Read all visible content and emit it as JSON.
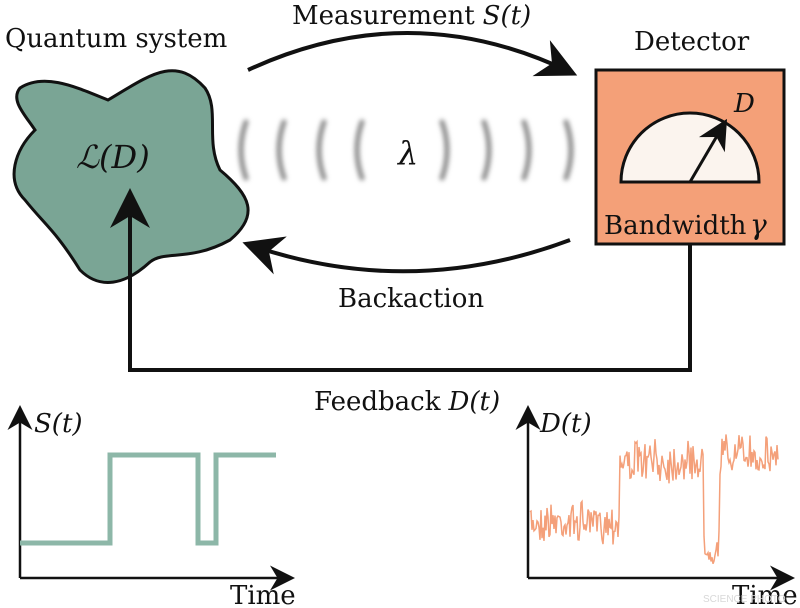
{
  "colors": {
    "quantum_fill": "#7aa595",
    "detector_fill": "#f4a078",
    "dial_fill": "#fbf4ee",
    "signal_s": "#8db7a8",
    "signal_d": "#f4a07a",
    "stroke": "#111111"
  },
  "labels": {
    "quantum_system": "Quantum system",
    "lindblad": "ℒ(D)",
    "measurement": "Measurement",
    "measurement_math": "S(t)",
    "lambda": "λ",
    "detector": "Detector",
    "dial_label": "D",
    "bandwidth": "Bandwidth",
    "gamma": "γ",
    "backaction": "Backaction",
    "feedback": "Feedback",
    "feedback_math": "D(t)"
  },
  "plot_s": {
    "ylabel": "S(t)",
    "xlabel": "Time"
  },
  "plot_d": {
    "ylabel": "D(t)",
    "xlabel": "Time"
  },
  "icons": {
    "wave": "coherent-field-arcs-icon",
    "dial": "meter-dial-icon"
  },
  "watermark": "SCIENCE PHOTO"
}
